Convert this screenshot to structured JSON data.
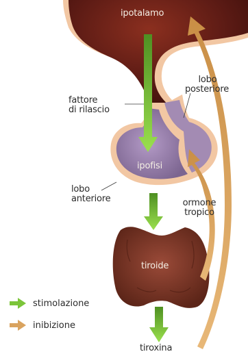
{
  "labels": {
    "ipotalamo": "ipotalamo",
    "fattore_line1": "fattore",
    "fattore_line2": "di rilascio",
    "lobo_posteriore_line1": "lobo",
    "lobo_posteriore_line2": "posteriore",
    "ipofisi": "ipofisi",
    "lobo_anteriore_line1": "lobo",
    "lobo_anteriore_line2": "anteriore",
    "ormone_line1": "ormone",
    "ormone_line2": "tropico",
    "tiroide": "tiroide",
    "tiroxina": "tiroxina"
  },
  "legend": [
    {
      "label": "stimolazione",
      "color": "#7cc53a",
      "icon": "green-arrow-icon"
    },
    {
      "label": "inibizione",
      "color": "#d9a35f",
      "icon": "tan-arrow-icon"
    }
  ],
  "colors": {
    "hypothalamus": "#5a1a14",
    "pituitary_anterior": "#8a6f9c",
    "pituitary_posterior": "#a38bb3",
    "outline": "#f2c7a3",
    "thyroid": "#7a3a2c",
    "stimulation_arrow": "#7cc53a",
    "inhibition_arrow": "#d9a35f"
  }
}
